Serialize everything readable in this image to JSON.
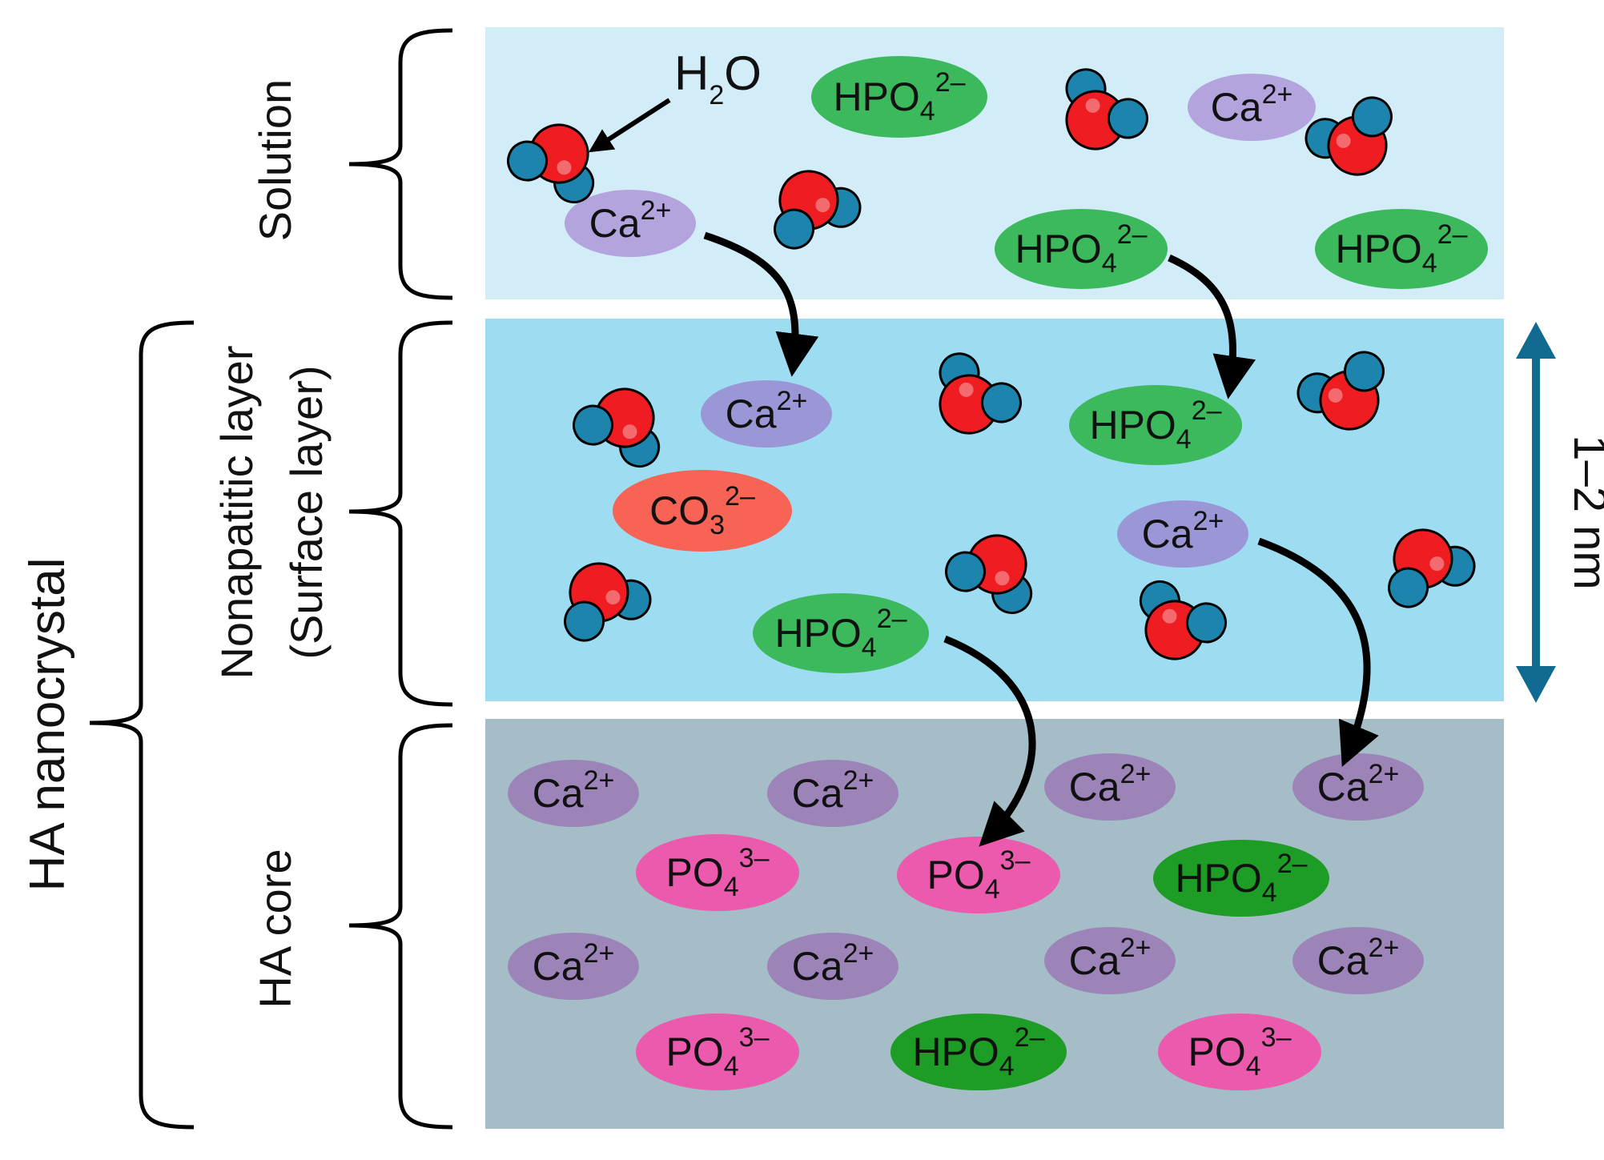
{
  "labels": {
    "solution": "Solution",
    "nonapatitic_line1": "Nonapatitic layer",
    "nonapatitic_line2": "(Surface layer)",
    "ha_core": "HA core",
    "ha_nanocrystal": "HA nanocrystal",
    "water": {
      "base": "H",
      "sub": "2",
      "tail": "O"
    },
    "thickness": "1–2 nm"
  },
  "colors": {
    "solution_bg": "#d2edf8",
    "surface_bg": "#9ddcf1",
    "core_bg": "#a5bdc6",
    "ca_light": "#b3a4de",
    "ca_surface": "#9b96d6",
    "ca_core": "#9c84b8",
    "hpo4": "#3cb95d",
    "hpo4_core": "#1d9d26",
    "po4": "#ec5aae",
    "co3": "#f76456",
    "oxygen": "#ef1c22",
    "hydrogen": "#1d85ad",
    "double_arrow": "#116b91"
  },
  "ions": {
    "ca": {
      "base": "Ca",
      "sup": "2+"
    },
    "hpo4": {
      "base": "HPO",
      "sub": "4",
      "sup": "2–"
    },
    "po4": {
      "base": "PO",
      "sub": "4",
      "sup": "3–"
    },
    "co3": {
      "base": "CO",
      "sub": "3",
      "sup": "2–"
    }
  }
}
